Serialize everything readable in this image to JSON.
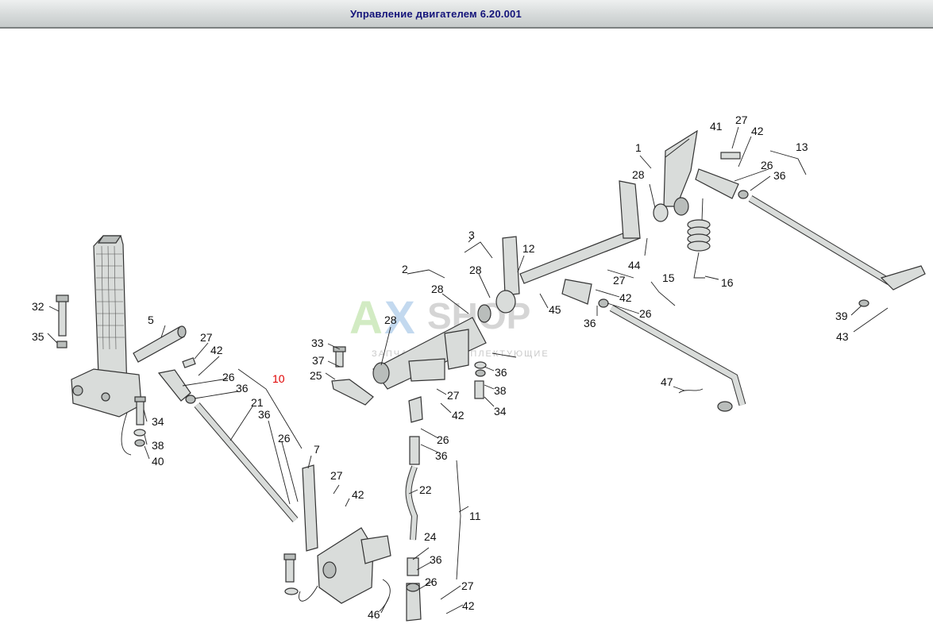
{
  "window": {
    "title": "Управление двигателем 6.20.001"
  },
  "watermark": {
    "brand_a": "A",
    "brand_x": "X",
    "brand_rest": "SHOP",
    "tagline": "ЗАПЧАСТИ И КОМПЛЕКТУЮЩИЕ"
  },
  "callouts": [
    {
      "id": "c1",
      "label": "1"
    },
    {
      "id": "c2",
      "label": "2"
    },
    {
      "id": "c3",
      "label": "3"
    },
    {
      "id": "c5",
      "label": "5"
    },
    {
      "id": "c7",
      "label": "7"
    },
    {
      "id": "c10",
      "label": "10",
      "highlight": true
    },
    {
      "id": "c11",
      "label": "11"
    },
    {
      "id": "c12",
      "label": "12"
    },
    {
      "id": "c13",
      "label": "13"
    },
    {
      "id": "c15",
      "label": "15"
    },
    {
      "id": "c16",
      "label": "16"
    },
    {
      "id": "c21",
      "label": "21"
    },
    {
      "id": "c22",
      "label": "22"
    },
    {
      "id": "c24",
      "label": "24"
    },
    {
      "id": "c25",
      "label": "25"
    },
    {
      "id": "c26a",
      "label": "26"
    },
    {
      "id": "c26b",
      "label": "26"
    },
    {
      "id": "c26c",
      "label": "26"
    },
    {
      "id": "c26d",
      "label": "26"
    },
    {
      "id": "c26e",
      "label": "26"
    },
    {
      "id": "c26f",
      "label": "26"
    },
    {
      "id": "c27a",
      "label": "27"
    },
    {
      "id": "c27b",
      "label": "27"
    },
    {
      "id": "c27c",
      "label": "27"
    },
    {
      "id": "c27d",
      "label": "27"
    },
    {
      "id": "c27e",
      "label": "27"
    },
    {
      "id": "c27f",
      "label": "27"
    },
    {
      "id": "c28a",
      "label": "28"
    },
    {
      "id": "c28b",
      "label": "28"
    },
    {
      "id": "c28c",
      "label": "28"
    },
    {
      "id": "c28d",
      "label": "28"
    },
    {
      "id": "c32",
      "label": "32"
    },
    {
      "id": "c33",
      "label": "33"
    },
    {
      "id": "c34a",
      "label": "34"
    },
    {
      "id": "c34b",
      "label": "34"
    },
    {
      "id": "c35",
      "label": "35"
    },
    {
      "id": "c36a",
      "label": "36"
    },
    {
      "id": "c36b",
      "label": "36"
    },
    {
      "id": "c36c",
      "label": "36"
    },
    {
      "id": "c36d",
      "label": "36"
    },
    {
      "id": "c36e",
      "label": "36"
    },
    {
      "id": "c36f",
      "label": "36"
    },
    {
      "id": "c36g",
      "label": "36"
    },
    {
      "id": "c37",
      "label": "37"
    },
    {
      "id": "c38a",
      "label": "38"
    },
    {
      "id": "c38b",
      "label": "38"
    },
    {
      "id": "c39",
      "label": "39"
    },
    {
      "id": "c40",
      "label": "40"
    },
    {
      "id": "c41",
      "label": "41"
    },
    {
      "id": "c42a",
      "label": "42"
    },
    {
      "id": "c42b",
      "label": "42"
    },
    {
      "id": "c42c",
      "label": "42"
    },
    {
      "id": "c42d",
      "label": "42"
    },
    {
      "id": "c42e",
      "label": "42"
    },
    {
      "id": "c42f",
      "label": "42"
    },
    {
      "id": "c43",
      "label": "43"
    },
    {
      "id": "c44",
      "label": "44"
    },
    {
      "id": "c45",
      "label": "45"
    },
    {
      "id": "c46",
      "label": "46"
    },
    {
      "id": "c47",
      "label": "47"
    }
  ]
}
